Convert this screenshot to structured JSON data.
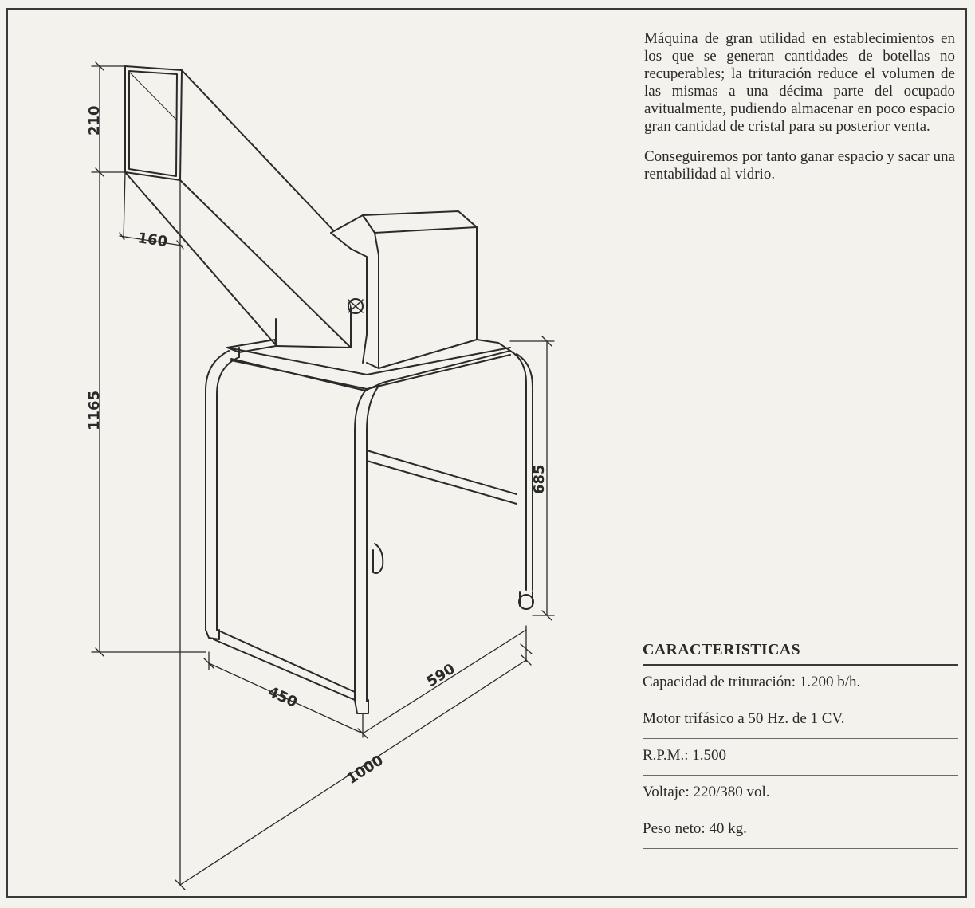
{
  "dimensions": {
    "hopper_height": "210",
    "hopper_width": "160",
    "total_height": "1165",
    "stand_height": "685",
    "depth": "450",
    "width": "590",
    "diagonal": "1000"
  },
  "description": {
    "paragraph1": "Máquina de gran utilidad en establecimientos en los que se generan cantidades de botellas no recuperables; la trituración reduce el volumen de las mismas a una décima parte del ocupado avitualmente, pudiendo almacenar en poco espacio gran cantidad de cristal para su posterior venta.",
    "paragraph2": "Conseguiremos por tanto ganar espacio y sacar una rentabilidad al vidrio."
  },
  "specs": {
    "title": "CARACTERISTICAS",
    "items": [
      "Capacidad de trituración: 1.200 b/h.",
      "Motor trifásico a 50 Hz. de 1 CV.",
      "R.P.M.: 1.500",
      "Voltaje: 220/380 vol.",
      "Peso neto: 40 kg."
    ]
  }
}
